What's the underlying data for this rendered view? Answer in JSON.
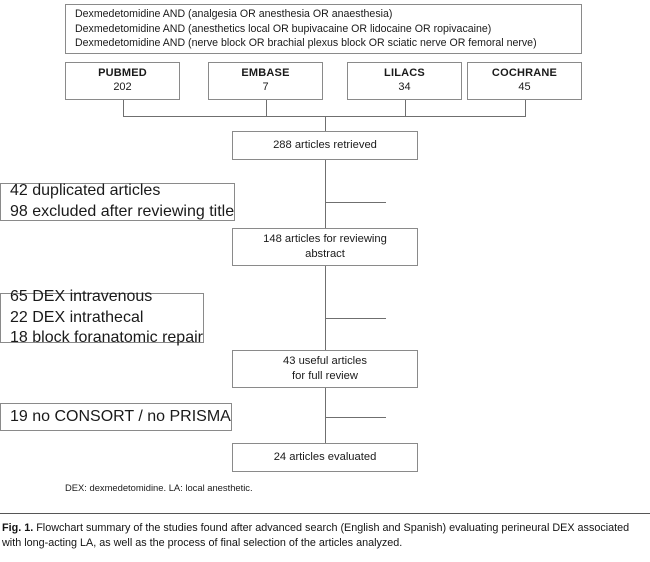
{
  "figure": {
    "query_box": {
      "lines": [
        "Dexmedetomidine AND (analgesia OR anesthesia OR anaesthesia)",
        "Dexmedetomidine AND (anesthetics local OR bupivacaine OR lidocaine OR ropivacaine)",
        "Dexmedetomidine AND (nerve block OR brachial plexus block OR sciatic nerve OR femoral nerve)"
      ]
    },
    "databases": [
      {
        "name": "PUBMED",
        "count": "202"
      },
      {
        "name": "EMBASE",
        "count": "7"
      },
      {
        "name": "LILACS",
        "count": "34"
      },
      {
        "name": "COCHRANE",
        "count": "45"
      }
    ],
    "stages": [
      {
        "id": "retrieved",
        "lines": [
          "288 articles retrieved"
        ]
      },
      {
        "id": "abstract",
        "lines": [
          "148 articles for reviewing",
          "abstract"
        ]
      },
      {
        "id": "useful",
        "lines": [
          "43 useful articles",
          "for full review"
        ]
      },
      {
        "id": "evaluated",
        "lines": [
          "24 articles evaluated"
        ]
      }
    ],
    "exclusions": [
      {
        "id": "excl-1",
        "lines": [
          "42 duplicated articles",
          "98 excluded after reviewing title"
        ]
      },
      {
        "id": "excl-2",
        "lines": [
          "65 DEX intravenous",
          "22 DEX intrathecal",
          "18 block foranatomic repair"
        ]
      },
      {
        "id": "excl-3",
        "lines": [
          "19 no CONSORT / no PRISMA"
        ]
      }
    ],
    "footnote": "DEX: dexmedetomidine. LA: local anesthetic."
  },
  "caption": {
    "label": "Fig. 1.",
    "text": " Flowchart summary of the studies found after advanced search (English and Spanish) evaluating perineural DEX associated with long-acting LA, as well as the process of final selection of the articles analyzed."
  },
  "colors": {
    "box_border": "#8a8a8a",
    "connector": "#6f6f6f",
    "text": "#1a1a1a",
    "background": "#ffffff"
  }
}
